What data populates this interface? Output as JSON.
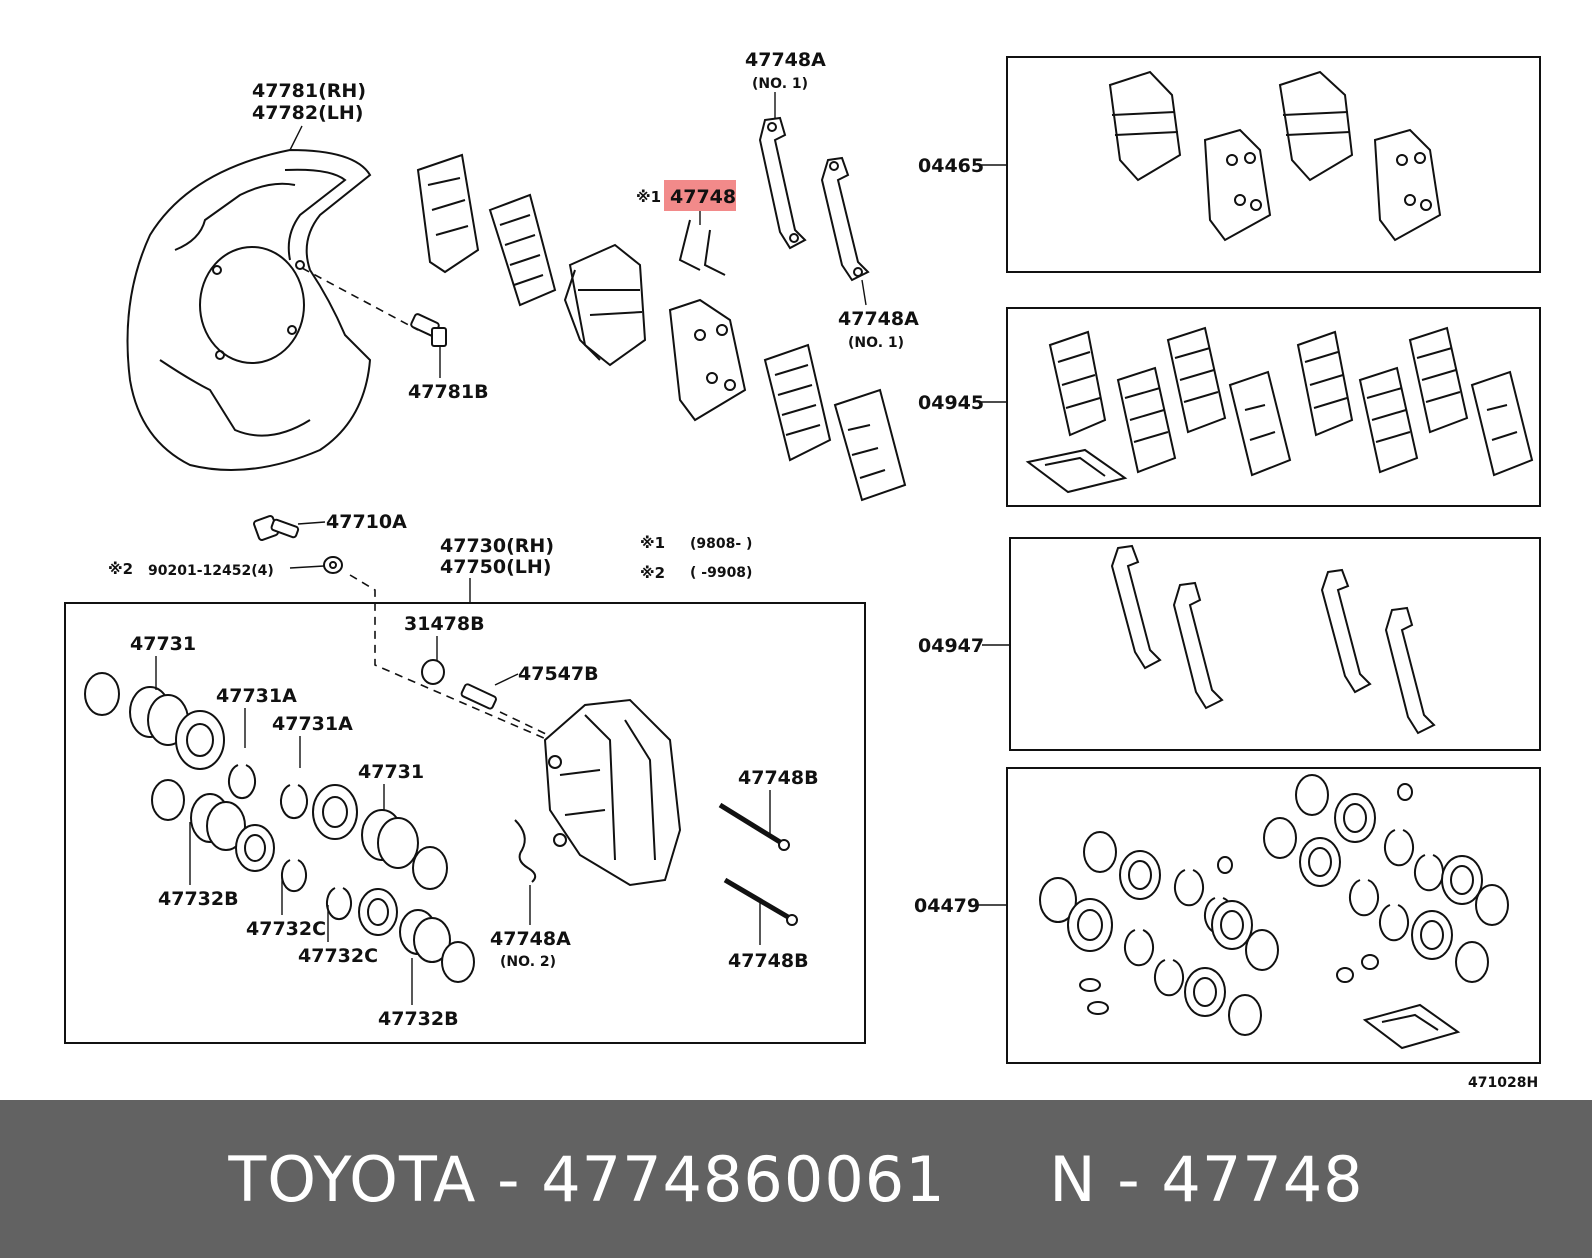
{
  "diagram": {
    "labels": {
      "shield_rh": "47781(RH)",
      "shield_lh": "47782(LH)",
      "bolt_47781b": "47781B",
      "clip_top_no1_code": "47748A",
      "clip_top_no1_sub": "(NO. 1)",
      "highlight_mark": "※1",
      "highlight_code": "47748",
      "clip_mid_no1_code": "47748A",
      "clip_mid_no1_sub": "(NO. 1)",
      "kit_04465": "04465",
      "kit_04945": "04945",
      "kit_04947": "04947",
      "kit_04479": "04479",
      "bolt_47710a": "47710A",
      "washer_mark": "※2",
      "washer_code": "90201-12452(4)",
      "caliper_rh": "47730(RH)",
      "caliper_lh": "47750(LH)",
      "note1_mark": "※1",
      "note1_text": "(9808-      )",
      "note2_mark": "※2",
      "note2_text": "(      -9908)",
      "cap_31478b": "31478B",
      "bleeder_47547b": "47547B",
      "piston_47731_a": "47731",
      "ring_47731a_1": "47731A",
      "ring_47731a_2": "47731A",
      "piston_47731_b": "47731",
      "seal_47732b_1": "47732B",
      "ring_47732c_1": "47732C",
      "ring_47732c_2": "47732C",
      "seal_47732b_2": "47732B",
      "clip_no2_code": "47748A",
      "clip_no2_sub": "(NO. 2)",
      "pin_47748b_1": "47748B",
      "pin_47748b_2": "47748B",
      "figure_id": "471028H"
    },
    "colors": {
      "highlight": "#f28a8a",
      "ink": "#111111"
    }
  },
  "footer": {
    "text": "TOYOTA - 4774860061     N - 47748",
    "background": "#626262",
    "color": "#ffffff"
  }
}
